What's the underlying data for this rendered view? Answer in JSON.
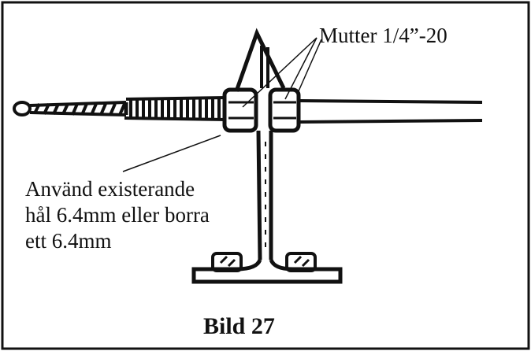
{
  "labels": {
    "nut": "Mutter 1/4”-20",
    "hole_line1": "Använd existerande",
    "hole_line2": "hål 6.4mm eller borra",
    "hole_line3": "ett 6.4mm"
  },
  "caption": "Bild 27",
  "colors": {
    "ink": "#111111",
    "paper": "#ffffff"
  }
}
